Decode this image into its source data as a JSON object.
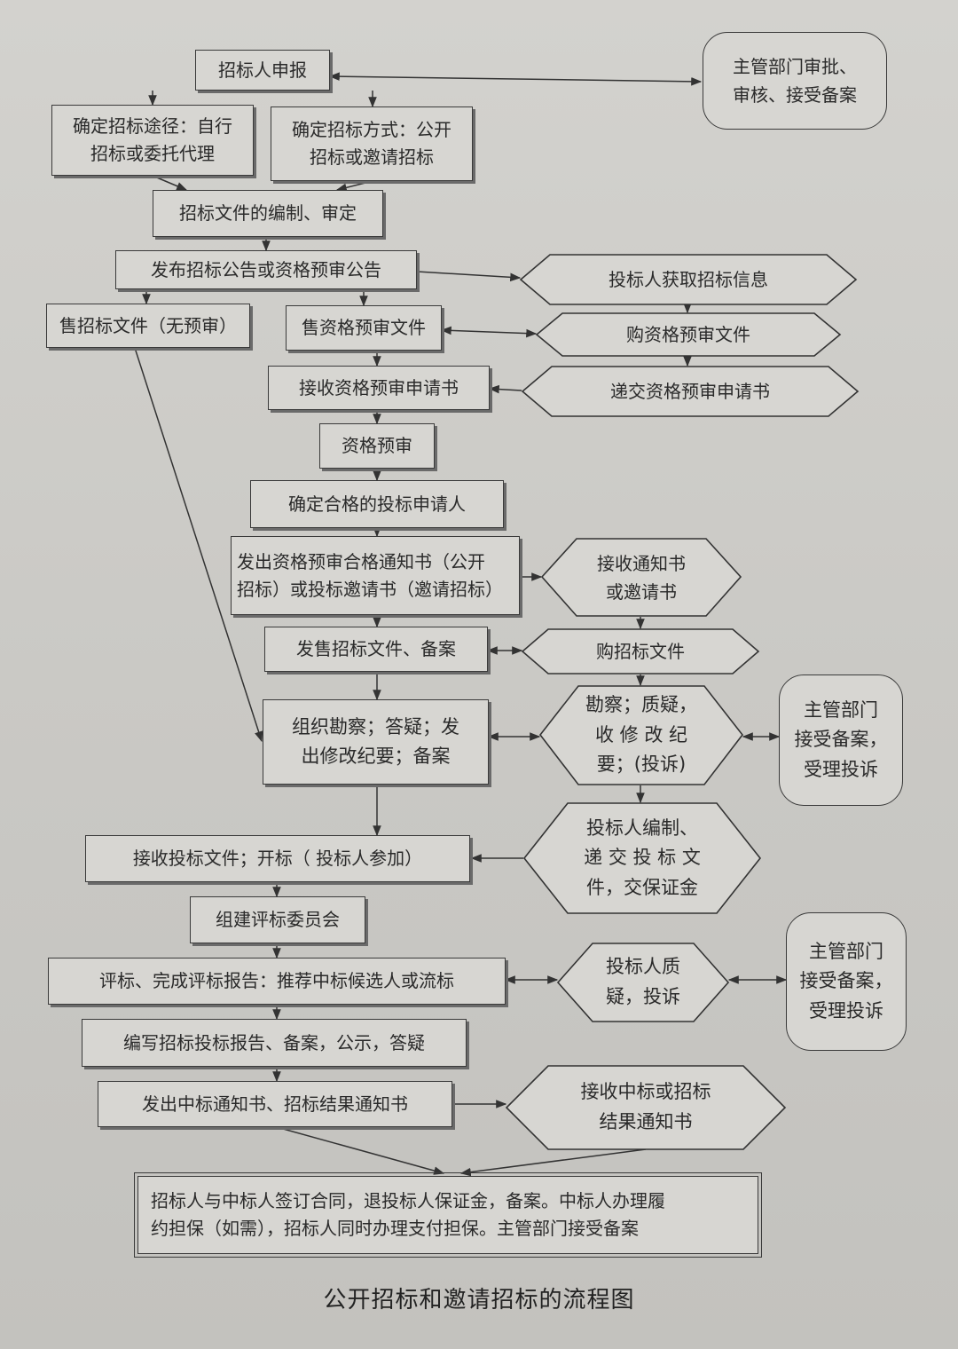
{
  "diagram": {
    "caption": "公开招标和邀请招标的流程图",
    "main_steps": {
      "bidder_declare": "招标人申报",
      "route": "确定招标途径：自行\n招标或委托代理",
      "method": "确定招标方式：公开\n招标或邀请招标",
      "compile_docs": "招标文件的编制、审定",
      "publish_notice": "发布招标公告或资格预审公告",
      "sell_docs_no_prequal": "售招标文件（无预审）",
      "sell_prequal_docs": "售资格预审文件",
      "receive_prequal_app": "接收资格预审申请书",
      "prequal": "资格预审",
      "confirm_qualified": "确定合格的投标申请人",
      "issue_notice": "发出资格预审合格通知书（公开\n招标）或投标邀请书（邀请招标）",
      "sell_bid_docs": "发售招标文件、备案",
      "site_visit": "组织勘察；答疑；发\n出修改纪要；备案",
      "receive_bids": "接收投标文件；开标（ 投标人参加）",
      "build_committee": "组建评标委员会",
      "evaluate": "评标、完成评标报告：推荐中标候选人或流标",
      "write_report": "编写招标投标报告、备案，公示，答疑",
      "issue_award": "发出中标通知书、招标结果通知书",
      "sign_contract": "招标人与中标人签订合同，退投标人保证金，备案。中标人办理履\n约担保（如需），招标人同时办理支付担保。主管部门接受备案"
    },
    "bidder_steps": {
      "get_info": "投标人获取招标信息",
      "buy_prequal": "购资格预审文件",
      "submit_prequal": "递交资格预审申请书",
      "receive_notice": "接收通知书\n或邀请书",
      "buy_bid_docs": "购招标文件",
      "site_survey": "勘察；质疑，\n收 修 改 纪\n要；(投诉)",
      "prepare_bid": "投标人编制、\n递 交 投 标 文\n件，交保证金",
      "bidder_query": "投标人质\n疑，投诉",
      "receive_award": "接收中标或招标\n结果通知书"
    },
    "authority_steps": {
      "approve": "主管部门审批、\n审核、接受备案",
      "accept_complaint_1": "主管部门\n接受备案，\n受理投诉",
      "accept_complaint_2": "主管部门\n接受备案，\n受理投诉"
    }
  }
}
